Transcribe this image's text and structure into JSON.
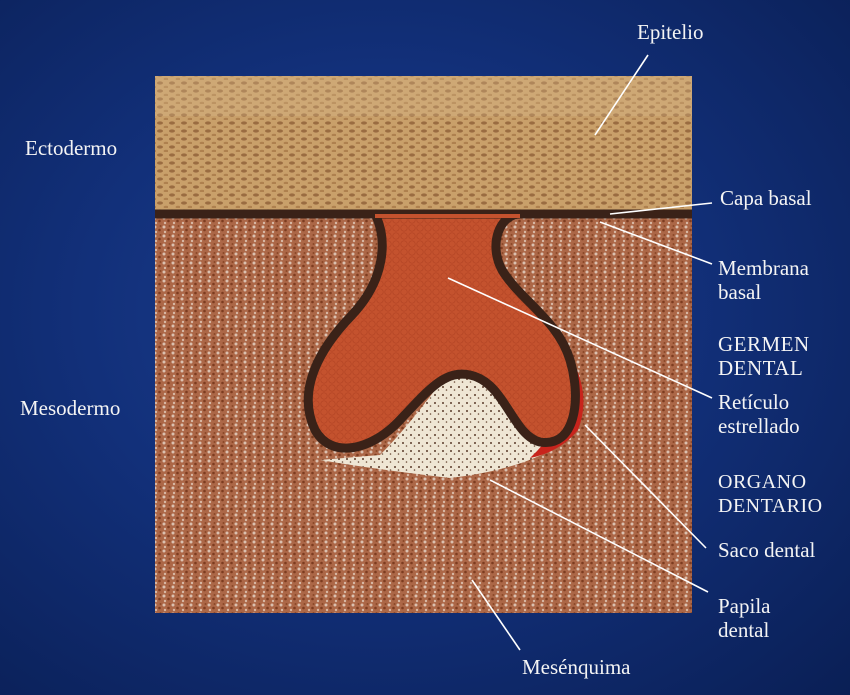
{
  "labels": {
    "epitelio": "Epitelio",
    "ectodermo": "Ectodermo",
    "capa_basal": "Capa basal",
    "membrana_basal": [
      "Membrana",
      "basal"
    ],
    "germen_dental": [
      "GERMEN",
      "DENTAL"
    ],
    "mesodermo": "Mesodermo",
    "reticulo_estrellado": [
      "Retículo",
      "estrellado"
    ],
    "organo_dentario": [
      "ORGANO",
      "DENTARIO"
    ],
    "saco_dental": "Saco dental",
    "papila_dental": [
      "Papila",
      "dental"
    ],
    "mesenquima": "Mesénquima"
  },
  "colors": {
    "background": "#12307a",
    "epithelium": "#c9a06a",
    "mesenchyme": "#b06a45",
    "enamel_organ": "#c4522e",
    "basal_layer": "#3a2218",
    "papilla": "#efe6d4",
    "dental_sac": "#c8241c",
    "label_text": "#f4f4f4",
    "leader_line": "#ffffff"
  }
}
